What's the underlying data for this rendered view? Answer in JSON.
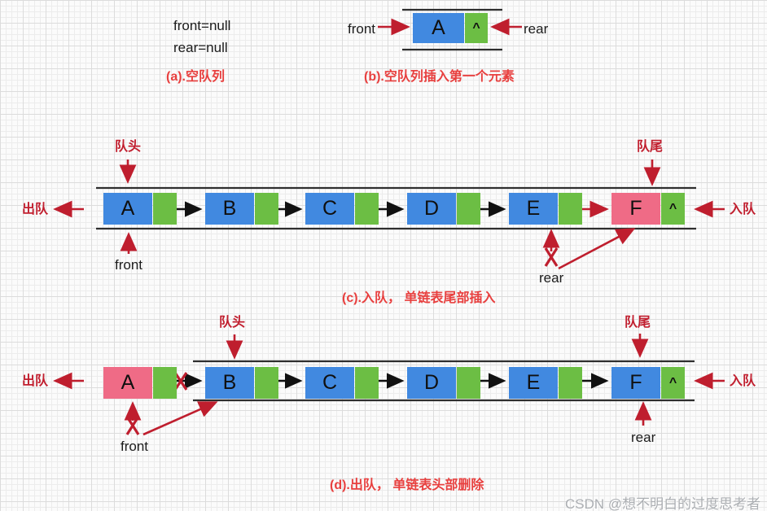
{
  "colors": {
    "node_blue": "#4189e0",
    "node_green": "#6cbe44",
    "node_pink": "#ef6b86",
    "arrow_red": "#c11f2f",
    "caption_red": "#e8403f",
    "ink_black": "#1c1c1c"
  },
  "section_a": {
    "front_null": "front=null",
    "rear_null": "rear=null",
    "caption": "(a).空队列"
  },
  "section_b": {
    "front": "front",
    "rear": "rear",
    "node": {
      "value": "A",
      "pointer": "^"
    },
    "caption": "(b).空队列插入第一个元素"
  },
  "section_c": {
    "head": "队头",
    "tail": "队尾",
    "dequeue": "出队",
    "enqueue": "入队",
    "front": "front",
    "rear": "rear",
    "caption": "(c).入队， 单链表尾部插入",
    "nodes": [
      {
        "value": "A",
        "pointer": "",
        "color": "blue"
      },
      {
        "value": "B",
        "pointer": "",
        "color": "blue"
      },
      {
        "value": "C",
        "pointer": "",
        "color": "blue"
      },
      {
        "value": "D",
        "pointer": "",
        "color": "blue"
      },
      {
        "value": "E",
        "pointer": "",
        "color": "blue"
      },
      {
        "value": "F",
        "pointer": "^",
        "color": "pink"
      }
    ]
  },
  "section_d": {
    "head": "队头",
    "tail": "队尾",
    "dequeue": "出队",
    "enqueue": "入队",
    "front": "front",
    "rear": "rear",
    "caption": "(d).出队， 单链表头部删除",
    "nodes": [
      {
        "value": "A",
        "pointer": "",
        "color": "pink"
      },
      {
        "value": "B",
        "pointer": "",
        "color": "blue"
      },
      {
        "value": "C",
        "pointer": "",
        "color": "blue"
      },
      {
        "value": "D",
        "pointer": "",
        "color": "blue"
      },
      {
        "value": "E",
        "pointer": "",
        "color": "blue"
      },
      {
        "value": "F",
        "pointer": "^",
        "color": "blue"
      }
    ]
  },
  "watermark": "CSDN @想不明白的过度思考者"
}
